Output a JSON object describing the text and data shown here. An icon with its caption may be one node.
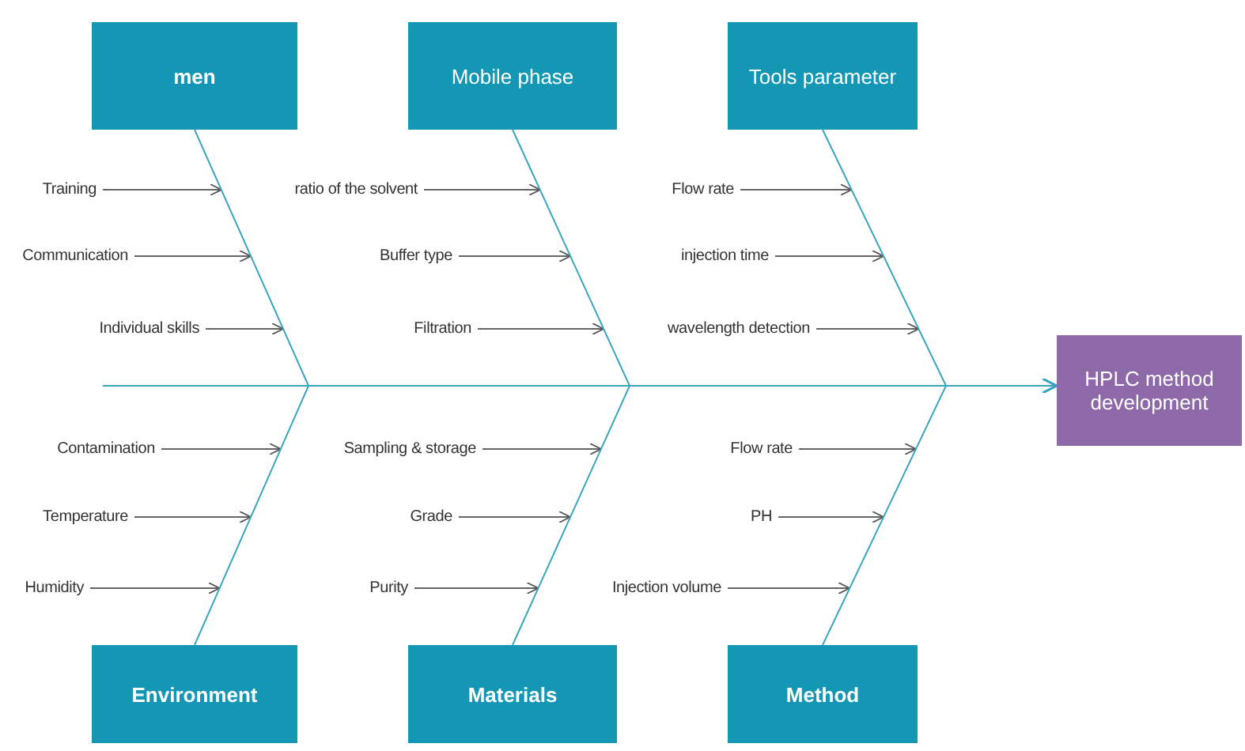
{
  "diagram": {
    "nodes": [
      {
        "text": [
          "men"
        ]
      },
      {
        "text": [
          "Mobile phase"
        ]
      },
      {
        "text": [
          "Tools parameter"
        ]
      },
      {
        "text": [
          "HPLC method development"
        ]
      },
      {
        "text": [
          "Environment"
        ]
      },
      {
        "text": [
          "Materials"
        ]
      },
      {
        "text": [
          "Method"
        ]
      },
      {
        "text": [
          "Training"
        ]
      },
      {
        "text": [
          "ratio of the solvent"
        ]
      },
      {
        "text": [
          "Flow rate"
        ]
      },
      {
        "text": [
          "Communication"
        ]
      },
      {
        "text": [
          "Buffer type"
        ]
      },
      {
        "text": [
          "injection time"
        ]
      },
      {
        "text": [
          "Individual skills"
        ]
      },
      {
        "text": [
          "Filtration"
        ]
      },
      {
        "text": [
          "wavelength detection"
        ]
      },
      {
        "text": [
          "Contamination"
        ]
      },
      {
        "text": [
          "Sampling & storage"
        ]
      },
      {
        "text": [
          "Flow rate"
        ]
      },
      {
        "text": [
          "Temperature"
        ]
      },
      {
        "text": [
          "Grade"
        ]
      },
      {
        "text": [
          "PH"
        ]
      },
      {
        "text": [
          "Humidity"
        ]
      },
      {
        "text": [
          "Purity"
        ]
      },
      {
        "text": [
          "Injection volume"
        ]
      }
    ],
    "edges": [
      {
        "from": 7,
        "to": null,
        "arrow": "to"
      },
      {
        "from": 10,
        "to": null,
        "arrow": "to"
      },
      {
        "from": 13,
        "to": null,
        "arrow": "to"
      },
      {
        "from": 8,
        "to": null,
        "arrow": "to"
      },
      {
        "from": 11,
        "to": null,
        "arrow": "to"
      },
      {
        "from": 14,
        "to": null,
        "arrow": "to"
      },
      {
        "from": 9,
        "to": null,
        "arrow": "to"
      },
      {
        "from": 12,
        "to": null,
        "arrow": "to"
      },
      {
        "from": 15,
        "to": null,
        "arrow": "to"
      },
      {
        "from": 16,
        "to": null,
        "arrow": "to"
      },
      {
        "from": 19,
        "to": null,
        "arrow": "to"
      },
      {
        "from": 22,
        "to": null,
        "arrow": "to"
      },
      {
        "from": 17,
        "to": null,
        "arrow": "to"
      },
      {
        "from": 20,
        "to": null,
        "arrow": "to"
      },
      {
        "from": 23,
        "to": null,
        "arrow": "to"
      },
      {
        "from": 18,
        "to": null,
        "arrow": "to"
      },
      {
        "from": 21,
        "to": null,
        "arrow": "to"
      },
      {
        "from": 24,
        "to": null,
        "arrow": "to"
      },
      {
        "from": 0,
        "to": 3,
        "arrow": "to"
      },
      {
        "from": 4,
        "to": 3,
        "arrow": "to"
      },
      {
        "from": 1,
        "to": 3,
        "arrow": "to"
      },
      {
        "from": 5,
        "to": 3,
        "arrow": "to"
      },
      {
        "from": 2,
        "to": 3,
        "arrow": "to"
      },
      {
        "from": 6,
        "to": 3,
        "arrow": "to"
      },
      {
        "from": null,
        "to": 3,
        "arrow": "to"
      }
    ]
  }
}
